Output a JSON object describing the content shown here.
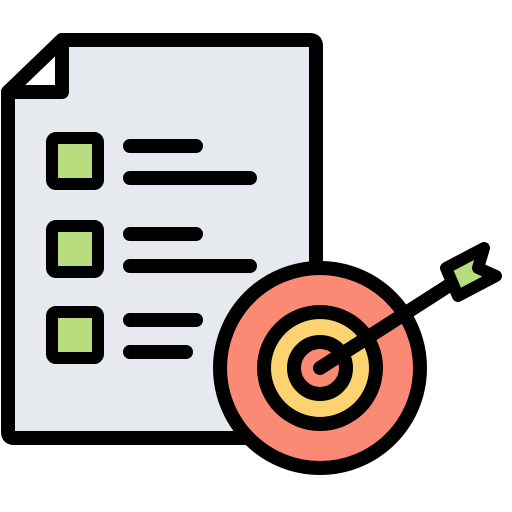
{
  "icon": {
    "name": "checklist-target-icon",
    "components": [
      "document-icon",
      "checkbox-icon",
      "text-line",
      "target-icon",
      "arrow-icon"
    ],
    "checklist": {
      "items": [
        {
          "checked_fill": true,
          "lines": 2
        },
        {
          "checked_fill": true,
          "lines": 2
        },
        {
          "checked_fill": true,
          "lines": 2
        }
      ]
    },
    "colors": {
      "outline": "#000000",
      "paper": "#e6e9ee",
      "checkbox_fill": "#b7dd7e",
      "target_outer": "#fa8a73",
      "target_middle": "#fbd370",
      "target_inner": "#fa8a73",
      "fletching": "#b7dd7e",
      "background": "#ffffff"
    }
  }
}
